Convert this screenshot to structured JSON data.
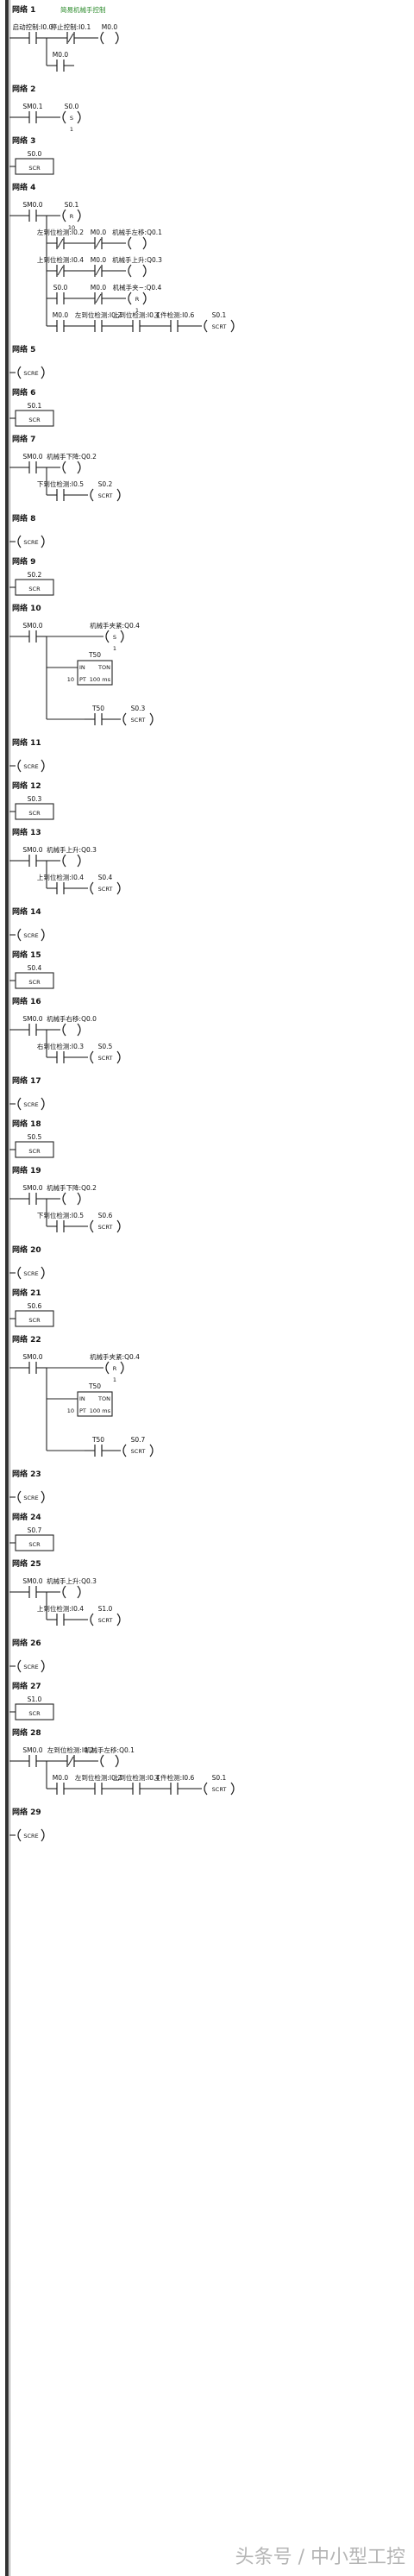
{
  "watermark": "头条号 / 中小型工控",
  "network_label": "网络",
  "networks": [
    {
      "num": "1",
      "comment": "简易机械手控制",
      "rows": [
        [
          {
            "t": "NO",
            "a": "启动控制:I0.0"
          },
          {
            "t": "NC",
            "a": "停止控制:I0.1"
          },
          {
            "t": "COIL",
            "a": "M0.0"
          }
        ],
        [
          {
            "t": "NO",
            "a": "M0.0"
          }
        ]
      ]
    },
    {
      "num": "2",
      "rows": [
        [
          {
            "t": "NO",
            "a": "SM0.1"
          },
          {
            "t": "SET",
            "a": "S0.0",
            "n": "1"
          }
        ]
      ]
    },
    {
      "num": "3",
      "scr": "S0.0"
    },
    {
      "num": "4",
      "rows": [
        [
          {
            "t": "NO",
            "a": "SM0.0"
          },
          {
            "t": "RST",
            "a": "S0.1",
            "n": "10"
          }
        ],
        [
          {
            "t": "NC",
            "a": "左到位检测:I0.2"
          },
          {
            "t": "NC",
            "a": "M0.0"
          },
          {
            "t": "COIL",
            "a": "机械手左移:Q0.1"
          }
        ],
        [
          {
            "t": "NC",
            "a": "上到位检测:I0.4"
          },
          {
            "t": "NC",
            "a": "M0.0"
          },
          {
            "t": "COIL",
            "a": "机械手上升:Q0.3"
          }
        ],
        [
          {
            "t": "NO",
            "a": "S0.0"
          },
          {
            "t": "NC",
            "a": "M0.0"
          },
          {
            "t": "RST",
            "a": "机械手夹~:Q0.4",
            "n": "1"
          }
        ],
        [
          {
            "t": "NO",
            "a": "M0.0"
          },
          {
            "t": "NO",
            "a": "左到位检测:I0.2"
          },
          {
            "t": "NO",
            "a": "上到位检测:I0.4"
          },
          {
            "t": "NO",
            "a": "工件检测:I0.6"
          },
          {
            "t": "SCRT",
            "a": "S0.1"
          }
        ]
      ]
    },
    {
      "num": "5",
      "scre": true
    },
    {
      "num": "6",
      "scr": "S0.1"
    },
    {
      "num": "7",
      "rows": [
        [
          {
            "t": "NO",
            "a": "SM0.0"
          },
          {
            "t": "COIL",
            "a": "机械手下降:Q0.2"
          }
        ],
        [
          {
            "t": "NO",
            "a": "下到位检测:I0.5"
          },
          {
            "t": "SCRT",
            "a": "S0.2"
          }
        ]
      ]
    },
    {
      "num": "8",
      "scre": true
    },
    {
      "num": "9",
      "scr": "S0.2"
    },
    {
      "num": "10",
      "timer": {
        "coil": "机械手夹紧:Q0.4",
        "coil_n": "1",
        "tname": "T50",
        "pt": "10",
        "res": "100 ms",
        "tail": "S0.3"
      }
    },
    {
      "num": "11",
      "scre": true
    },
    {
      "num": "12",
      "scr": "S0.3"
    },
    {
      "num": "13",
      "rows": [
        [
          {
            "t": "NO",
            "a": "SM0.0"
          },
          {
            "t": "COIL",
            "a": "机械手上升:Q0.3"
          }
        ],
        [
          {
            "t": "NO",
            "a": "上到位检测:I0.4"
          },
          {
            "t": "SCRT",
            "a": "S0.4"
          }
        ]
      ]
    },
    {
      "num": "14",
      "scre": true
    },
    {
      "num": "15",
      "scr": "S0.4"
    },
    {
      "num": "16",
      "rows": [
        [
          {
            "t": "NO",
            "a": "SM0.0"
          },
          {
            "t": "COIL",
            "a": "机械手右移:Q0.0"
          }
        ],
        [
          {
            "t": "NO",
            "a": "右到位检测:I0.3"
          },
          {
            "t": "SCRT",
            "a": "S0.5"
          }
        ]
      ]
    },
    {
      "num": "17",
      "scre": true
    },
    {
      "num": "18",
      "scr": "S0.5"
    },
    {
      "num": "19",
      "rows": [
        [
          {
            "t": "NO",
            "a": "SM0.0"
          },
          {
            "t": "COIL",
            "a": "机械手下降:Q0.2"
          }
        ],
        [
          {
            "t": "NO",
            "a": "下到位检测:I0.5"
          },
          {
            "t": "SCRT",
            "a": "S0.6"
          }
        ]
      ]
    },
    {
      "num": "20",
      "scre": true
    },
    {
      "num": "21",
      "scr": "S0.6"
    },
    {
      "num": "22",
      "timer": {
        "coil": "机械手夹紧:Q0.4",
        "coil_n": "1",
        "tname": "T50",
        "pt": "10",
        "res": "100 ms",
        "tail": "S0.7",
        "reset": true
      }
    },
    {
      "num": "23",
      "scre": true
    },
    {
      "num": "24",
      "scr": "S0.7"
    },
    {
      "num": "25",
      "rows": [
        [
          {
            "t": "NO",
            "a": "SM0.0"
          },
          {
            "t": "COIL",
            "a": "机械手上升:Q0.3"
          }
        ],
        [
          {
            "t": "NO",
            "a": "上到位检测:I0.4"
          },
          {
            "t": "SCRT",
            "a": "S1.0"
          }
        ]
      ]
    },
    {
      "num": "26",
      "scre": true
    },
    {
      "num": "27",
      "scr": "S1.0"
    },
    {
      "num": "28",
      "rows": [
        [
          {
            "t": "NO",
            "a": "SM0.0"
          },
          {
            "t": "NC",
            "a": "左到位检测:I0.2"
          },
          {
            "t": "COIL",
            "a": "机械手左移:Q0.1"
          }
        ],
        [
          {
            "t": "NO",
            "a": "M0.0"
          },
          {
            "t": "NO",
            "a": "左到位检测:I0.2"
          },
          {
            "t": "NO",
            "a": "上到位检测:I0.4"
          },
          {
            "t": "NO",
            "a": "工件检测:I0.6"
          },
          {
            "t": "SCRT",
            "a": "S0.1"
          }
        ]
      ]
    },
    {
      "num": "29",
      "scre": true
    }
  ],
  "labels": {
    "in": "IN",
    "pt": "PT",
    "ton": "TON",
    "scr": "SCR",
    "scrt": "SCRT",
    "scre": "SCRE",
    "s": "S",
    "r": "R"
  }
}
